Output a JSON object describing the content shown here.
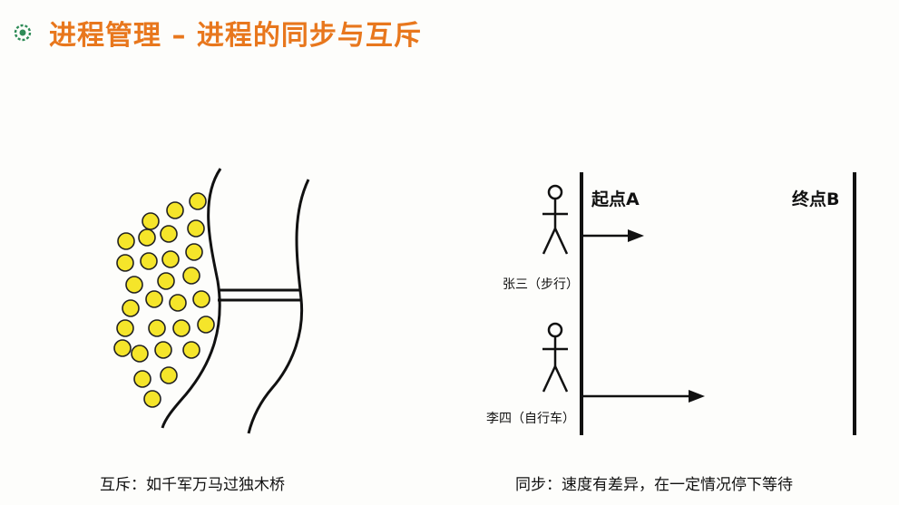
{
  "title": "进程管理 – 进程的同步与互斥",
  "colors": {
    "title": "#e8771d",
    "icon": "#2e8b57",
    "coin_fill": "#f5e52a",
    "coin_stroke": "#222222",
    "line": "#111111"
  },
  "left_figure": {
    "caption": "互斥：如千军万马过独木桥",
    "coin_count": 29
  },
  "right_figure": {
    "start_label": "起点A",
    "end_label": "终点B",
    "person1_label": "张三（步行）",
    "person2_label": "李四（自行车）"
  },
  "caption_right": "同步：速度有差异，在一定情况停下等待"
}
